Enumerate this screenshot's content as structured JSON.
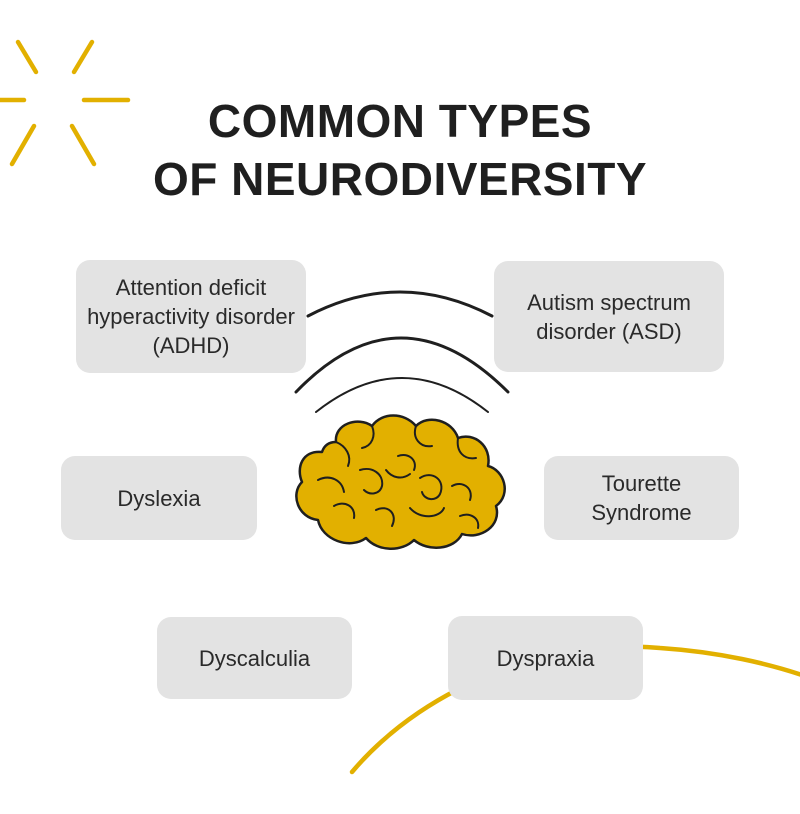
{
  "title": {
    "line1": "COMMON TYPES",
    "line2": "OF NEURODIVERSITY"
  },
  "types": {
    "adhd": "Attention deficit hyperactivity disorder (ADHD)",
    "asd": "Autism spectrum disorder (ASD)",
    "dyslexia": "Dyslexia",
    "tourette": "Tourette Syndrome",
    "dyscalculia": "Dyscalculia",
    "dyspraxia": "Dyspraxia"
  },
  "colors": {
    "accent": "#e2b000",
    "box": "#e3e3e3",
    "text": "#1f1f1f"
  },
  "icons": [
    "sunburst-icon",
    "signal-arcs-icon",
    "brain-icon",
    "curve-decoration"
  ]
}
